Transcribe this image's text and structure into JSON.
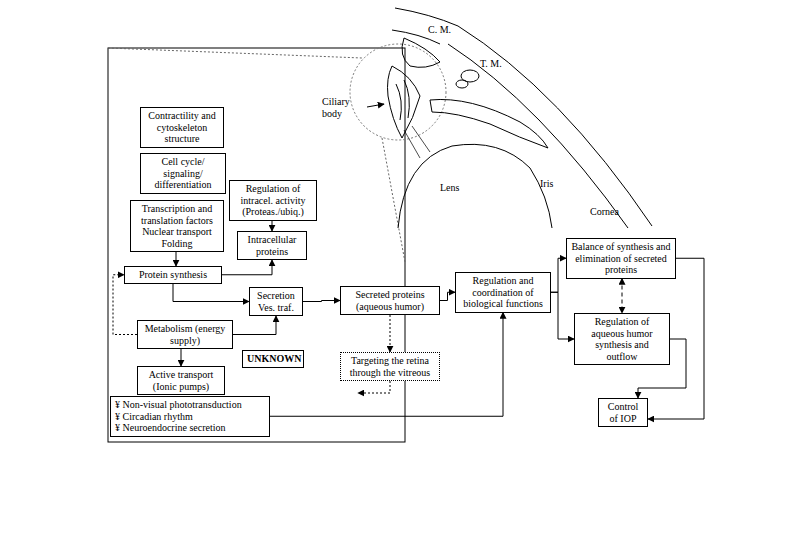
{
  "diagram": {
    "nodes": [
      {
        "text": [
          "Contractility and cytoskeleton structure"
        ]
      },
      {
        "text": [
          "Cell cycle/ signaling/ differentiation"
        ]
      },
      {
        "text": [
          "Regulation of intracel. activity (Proteas./ubiq.)"
        ]
      },
      {
        "text": [
          "Transcription and translation factors Nuclear transport Folding"
        ]
      },
      {
        "text": [
          "Intracellular proteins"
        ]
      },
      {
        "text": [
          "Protein synthesis"
        ]
      },
      {
        "text": [
          "Secretion Ves. traf."
        ]
      },
      {
        "text": [
          "Metabolism (energy supply)"
        ]
      },
      {
        "text": [
          "Active transport (Ionic pumps)"
        ]
      },
      {
        "text": [
          "UNKNOWN"
        ]
      },
      {
        "text": [
          "¥ Non-visual phototransduction",
          "¥ Circadian rhythm",
          "¥ Neuroendocrine secretion"
        ]
      },
      {
        "text": [
          "Secreted proteins (aqueous humor)"
        ]
      },
      {
        "text": [
          "Targeting the retina through the vitreous"
        ]
      },
      {
        "text": [
          "Regulation and coordination of biological functions"
        ]
      },
      {
        "text": [
          "Balance of synthesis and elimination of secreted proteins"
        ]
      },
      {
        "text": [
          "Regulation of aqueous humor synthesis and outflow"
        ]
      },
      {
        "text": [
          "Control of IOP"
        ]
      }
    ],
    "edges": [
      {
        "from": 3,
        "to": 5,
        "arrow": "to"
      },
      {
        "from": 2,
        "to": 4,
        "arrow": "to"
      },
      {
        "from": 5,
        "to": 4,
        "arrow": "to"
      },
      {
        "from": 5,
        "to": 6,
        "arrow": "to"
      },
      {
        "from": 7,
        "to": 6,
        "arrow": "to"
      },
      {
        "from": 7,
        "to": 5,
        "arrow": "to"
      },
      {
        "from": 7,
        "to": 8,
        "arrow": "to"
      },
      {
        "from": 6,
        "to": 11,
        "arrow": "to"
      },
      {
        "from": 11,
        "to": 13,
        "arrow": "to"
      },
      {
        "from": 11,
        "to": 12,
        "arrow": "to"
      },
      {
        "from": 10,
        "to": 13,
        "arrow": "to"
      },
      {
        "from": 13,
        "to": 14,
        "arrow": "to"
      },
      {
        "from": 13,
        "to": 15,
        "arrow": "to"
      },
      {
        "from": 14,
        "to": 15,
        "arrow": "both"
      },
      {
        "from": 14,
        "to": 16,
        "arrow": "to"
      },
      {
        "from": 15,
        "to": 16,
        "arrow": "to"
      }
    ],
    "labels": [
      "C. M.",
      "T. M.",
      "Ciliary body",
      "Lens",
      "Iris",
      "Cornea"
    ]
  }
}
